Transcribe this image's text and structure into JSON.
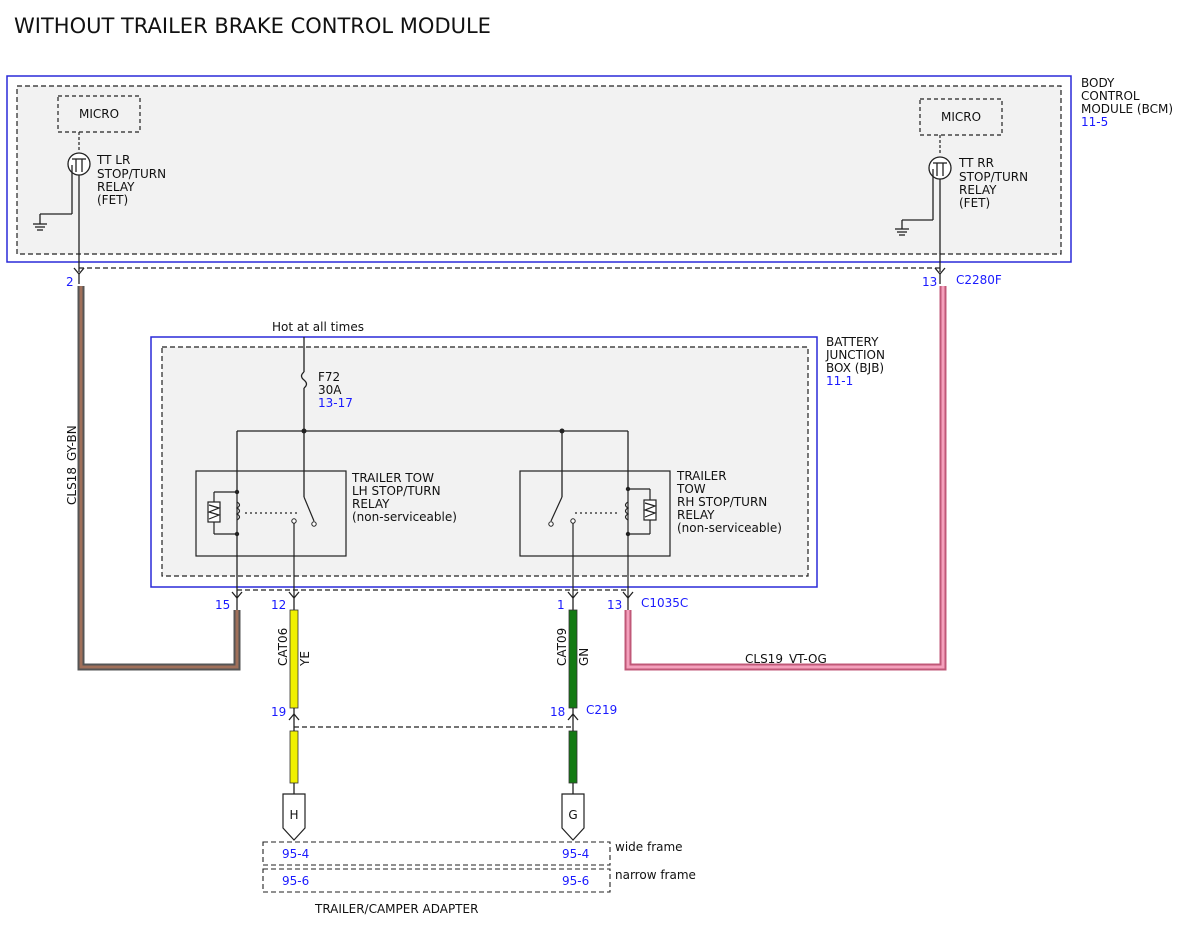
{
  "title": "WITHOUT TRAILER BRAKE CONTROL MODULE",
  "bcm": {
    "name_lines": [
      "BODY",
      "CONTROL",
      "MODULE (BCM)"
    ],
    "ref": "11-5",
    "micro_left": "MICRO",
    "micro_right": "MICRO",
    "left_fet_lines": [
      "TT LR",
      "STOP/TURN",
      "RELAY",
      "(FET)"
    ],
    "right_fet_lines": [
      "TT RR",
      "STOP/TURN",
      "RELAY",
      "(FET)"
    ],
    "connector": "C2280F",
    "pin_left": "2",
    "pin_right": "13"
  },
  "bjb": {
    "name_lines": [
      "BATTERY",
      "JUNCTION",
      "BOX (BJB)"
    ],
    "ref": "11-1",
    "hot_label": "Hot at all times",
    "fuse_name": "F72",
    "fuse_rating": "30A",
    "fuse_ref": "13-17",
    "lh_relay_lines": [
      "TRAILER TOW",
      "LH STOP/TURN",
      "RELAY",
      "(non-serviceable)"
    ],
    "rh_relay_lines": [
      "TRAILER",
      "TOW",
      "RH STOP/TURN",
      "RELAY",
      "(non-serviceable)"
    ],
    "connector": "C1035C",
    "pins": [
      "15",
      "12",
      "1",
      "13"
    ]
  },
  "wires": {
    "cls18": {
      "circuit": "CLS18",
      "color_code": "GY-BN",
      "color": "#7a5a4a"
    },
    "cls19": {
      "circuit": "CLS19",
      "color_code": "VT-OG",
      "color": "#e88aa8"
    },
    "cat06": {
      "circuit": "CAT06",
      "color_code": "YE",
      "color": "#f0f000"
    },
    "cat09": {
      "circuit": "CAT09",
      "color_code": "GN",
      "color": "#137a13"
    }
  },
  "inline_connector": {
    "name": "C219",
    "pin_left": "19",
    "pin_right": "18"
  },
  "adapter": {
    "terminal_h": "H",
    "terminal_g": "G",
    "wide_left": "95-4",
    "wide_right": "95-4",
    "wide_label": "wide frame",
    "narrow_left": "95-6",
    "narrow_right": "95-6",
    "narrow_label": "narrow frame",
    "name": "TRAILER/CAMPER ADAPTER"
  },
  "colors": {
    "module_border": "#2a2ad8",
    "module_fill": "#f2f2f2",
    "ref_text": "#1a1aff"
  }
}
